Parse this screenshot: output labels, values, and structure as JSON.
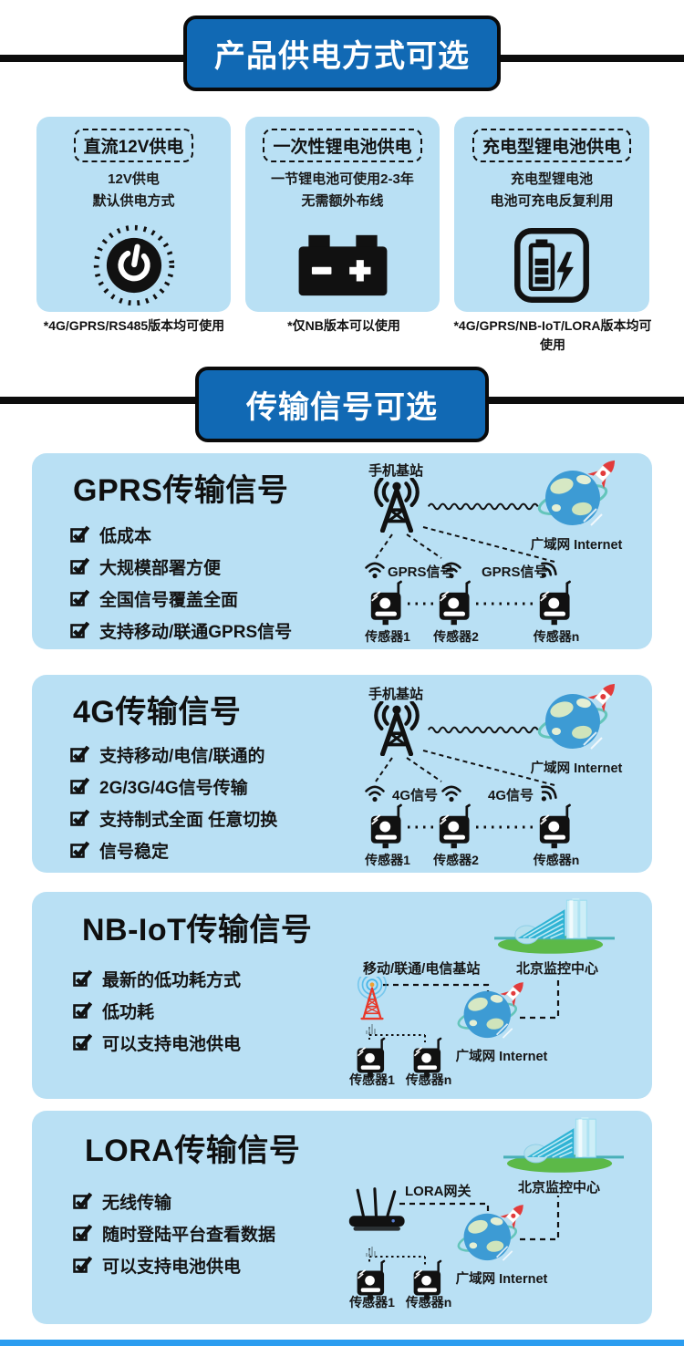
{
  "colors": {
    "banner_blue": "#1169b4",
    "panel_light_blue": "#b9e0f4",
    "divider_black": "#0d0d0d",
    "footer_blue": "#2b9df0",
    "globe_blue": "#3d9bd4",
    "rocket_red": "#e23b3b",
    "building_teal": "#2fb3d4",
    "ground_green": "#5cb948",
    "nb_tower_red": "#e8392a",
    "ripple_blue": "#45b5e8"
  },
  "banners": {
    "power": "产品供电方式可选",
    "signal": "传输信号可选"
  },
  "power_cards": [
    {
      "title": "直流12V供电",
      "lines": [
        "12V供电",
        "默认供电方式"
      ],
      "icon": "power-button-icon",
      "note": "*4G/GPRS/RS485版本均可使用"
    },
    {
      "title": "一次性锂电池供电",
      "lines": [
        "一节锂电池可使用2-3年",
        "无需额外布线"
      ],
      "icon": "battery-icon",
      "note": "*仅NB版本可以使用"
    },
    {
      "title": "充电型锂电池供电",
      "lines": [
        "充电型锂电池",
        "电池可充电反复利用"
      ],
      "icon": "battery-charging-icon",
      "note": "*4G/GPRS/NB-IoT/LORA版本均可使用"
    }
  ],
  "signal_panels": [
    {
      "title": "GPRS传输信号",
      "features": [
        "低成本",
        "大规模部署方便",
        "全国信号覆盖全面",
        "支持移动/联通GPRS信号"
      ],
      "diagram": {
        "station_label": "手机基站",
        "signal_label_1": "GPRS信号",
        "signal_label_2": "GPRS信号",
        "internet_label": "广域网 Internet",
        "sensors": [
          "传感器1",
          "传感器2",
          "传感器n"
        ]
      }
    },
    {
      "title": "4G传输信号",
      "features": [
        "支持移动/电信/联通的",
        "2G/3G/4G信号传输",
        "支持制式全面 任意切换",
        "信号稳定"
      ],
      "diagram": {
        "station_label": "手机基站",
        "signal_label_1": "4G信号",
        "signal_label_2": "4G信号",
        "internet_label": "广域网 Internet",
        "sensors": [
          "传感器1",
          "传感器2",
          "传感器n"
        ]
      }
    },
    {
      "title": "NB-IoT传输信号",
      "features": [
        "最新的低功耗方式",
        "低功耗",
        "可以支持电池供电"
      ],
      "diagram": {
        "station_label": "移动/联通/电信基站",
        "center_label": "北京监控中心",
        "internet_label": "广域网 Internet",
        "sensors": [
          "传感器1",
          "传感器n"
        ]
      }
    },
    {
      "title": "LORA传输信号",
      "features": [
        "无线传输",
        "随时登陆平台查看数据",
        "可以支持电池供电"
      ],
      "diagram": {
        "gateway_label": "LORA网关",
        "center_label": "北京监控中心",
        "internet_label": "广域网 Internet",
        "sensors": [
          "传感器1",
          "传感器n"
        ]
      }
    }
  ]
}
